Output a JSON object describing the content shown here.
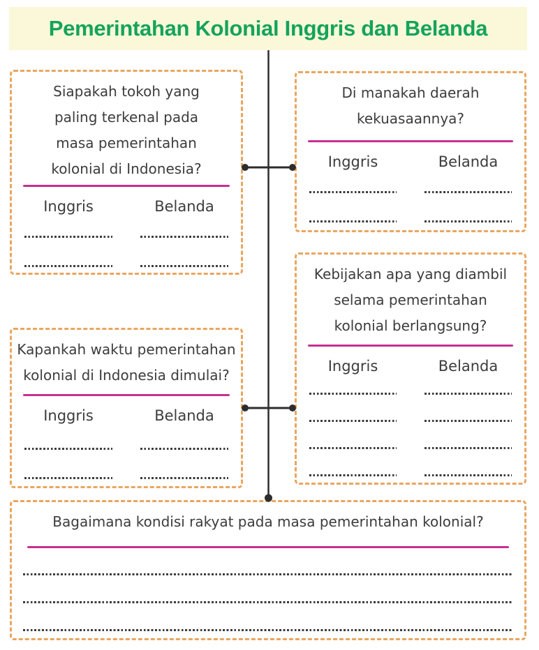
{
  "title": {
    "text": "Pemerintahan Kolonial Inggris dan Belanda"
  },
  "colors": {
    "banner_bg": "#FAF8D8",
    "title_green": "#14A35C",
    "border_orange": "#E9A660",
    "divider_pink": "#C72F92",
    "ink": "#3C3C3C",
    "line_black": "#2D2D2D"
  },
  "boxes": [
    {
      "id": "tokoh",
      "question_lines": [
        "Siapakah tokoh yang",
        "paling terkenal pada",
        "masa pemerintahan",
        "kolonial di Indonesia?"
      ],
      "columns": [
        "Inggris",
        "Belanda"
      ],
      "answer_rows_per_column": 2
    },
    {
      "id": "daerah",
      "question_lines": [
        "Di manakah daerah",
        "kekuasaannya?"
      ],
      "columns": [
        "Inggris",
        "Belanda"
      ],
      "answer_rows_per_column": 2
    },
    {
      "id": "kebijakan",
      "question_lines": [
        "Kebijakan apa yang diambil",
        "selama pemerintahan",
        "kolonial berlangsung?"
      ],
      "columns": [
        "Inggris",
        "Belanda"
      ],
      "answer_rows_per_column": 4
    },
    {
      "id": "waktu",
      "question_lines": [
        "Kapankah waktu pemerintahan",
        "kolonial di Indonesia dimulai?"
      ],
      "columns": [
        "Inggris",
        "Belanda"
      ],
      "answer_rows_per_column": 2
    },
    {
      "id": "kondisi",
      "question_lines": [
        "Bagaimana kondisi rakyat pada masa pemerintahan kolonial?"
      ],
      "answer_rows_full_width": 3
    }
  ]
}
